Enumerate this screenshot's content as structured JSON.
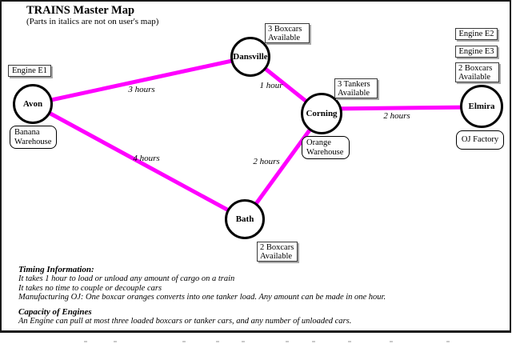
{
  "header": {
    "title": "TRAINS Master Map",
    "subtitle": "(Parts in italics are not on user's map)"
  },
  "colors": {
    "edge": "#FF00FF"
  },
  "map": {
    "nodes": [
      {
        "label": "Avon"
      },
      {
        "label": "Dansville"
      },
      {
        "label": "Corning"
      },
      {
        "label": "Bath"
      },
      {
        "label": "Elmira"
      }
    ],
    "edges": [
      {
        "from": "Avon",
        "to": "Dansville",
        "duration": "3 hours"
      },
      {
        "from": "Avon",
        "to": "Bath",
        "duration": "4 hours"
      },
      {
        "from": "Dansville",
        "to": "Corning",
        "duration": "1 hour"
      },
      {
        "from": "Corning",
        "to": "Bath",
        "duration": "2 hours"
      },
      {
        "from": "Corning",
        "to": "Elmira",
        "duration": "2 hours"
      }
    ],
    "resources": [
      {
        "at": "Avon",
        "lines": [
          "Engine E1"
        ]
      },
      {
        "at": "Dansville",
        "lines": [
          "3 Boxcars",
          "Available"
        ]
      },
      {
        "at": "Corning",
        "lines": [
          "3 Tankers",
          "Available"
        ]
      },
      {
        "at": "Elmira",
        "lines": [
          "Engine E2"
        ]
      },
      {
        "at": "Elmira",
        "lines": [
          "Engine E3"
        ]
      },
      {
        "at": "Elmira",
        "lines": [
          "2 Boxcars",
          "Available"
        ]
      },
      {
        "at": "Bath",
        "lines": [
          "2 Boxcars",
          "Available"
        ]
      }
    ],
    "facilities": [
      {
        "at": "Avon",
        "lines": [
          "Banana",
          "Warehouse"
        ]
      },
      {
        "at": "Corning",
        "lines": [
          "Orange",
          "Warehouse"
        ]
      },
      {
        "at": "Elmira",
        "lines": [
          "OJ Factory"
        ]
      }
    ]
  },
  "notes": {
    "timing_title": "Timing Information:",
    "timing_lines": [
      "It takes 1 hour to load or unload any amount of cargo on a train",
      "It takes no time to couple or decouple cars",
      "Manufacturing OJ:  One boxcar oranges converts into one tanker load.  Any amount can be made in one hour."
    ],
    "capacity_title": "Capacity of Engines",
    "capacity_lines": [
      "An Engine can pull at most three loaded boxcars or tanker cars, and any number of unloaded cars."
    ]
  }
}
